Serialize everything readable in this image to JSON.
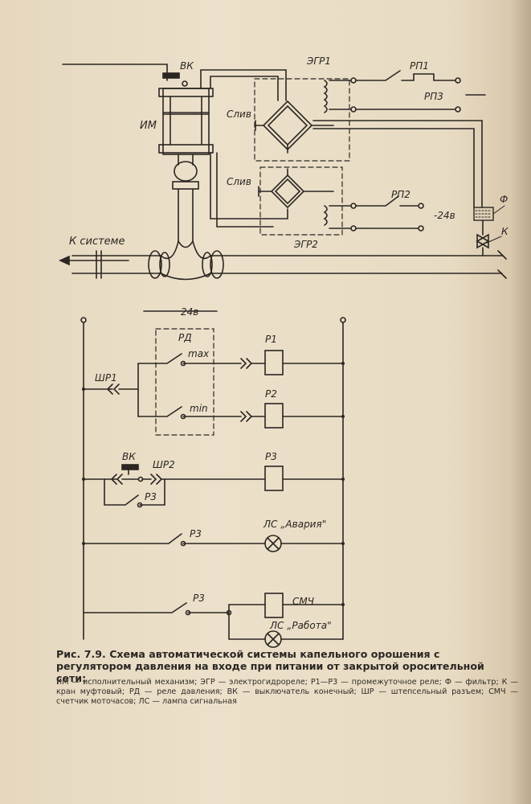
{
  "labels": {
    "vk_top": "ВК",
    "im": "ИМ",
    "egr1": "ЭГР1",
    "egr2": "ЭГР2",
    "rp1": "РП1",
    "rp3": "РП3",
    "rp2": "РП2",
    "sliv1": "Слив",
    "sliv2": "Слив",
    "voltage_top": "-24в",
    "filter": "Ф",
    "valve": "К",
    "k_sisteme": "К системе",
    "voltage_bottom": "24в",
    "rd": "РД",
    "max": "max",
    "min": "min",
    "p1": "Р1",
    "p2": "Р2",
    "p3_coil": "Р3",
    "shr1": "ШР1",
    "vk_bottom": "ВК",
    "shr2": "ШР2",
    "p3_hold": "Р3",
    "p3_alarm": "Р3",
    "ls_alarm": "ЛС „Авария\"",
    "p3_work": "Р3",
    "smch": "СМЧ",
    "ls_work": "ЛС „Работа\""
  },
  "caption": {
    "figure": "Рис. 7.9.",
    "title": "Схема автоматической системы капельного орошения с регулятором давления на входе при питании от закрытой оросительной сети:"
  },
  "legend": "ИМ — исполнительный механизм; ЭГР — электрогидрореле; Р1—Р3 — промежуточное реле; Ф — фильтр; К — кран муфтовый; РД — реле давления; ВК — выключатель конечный; ШР — штепсельный разъем; СМЧ — счетчик моточасов; ЛС — лампа сигнальная"
}
